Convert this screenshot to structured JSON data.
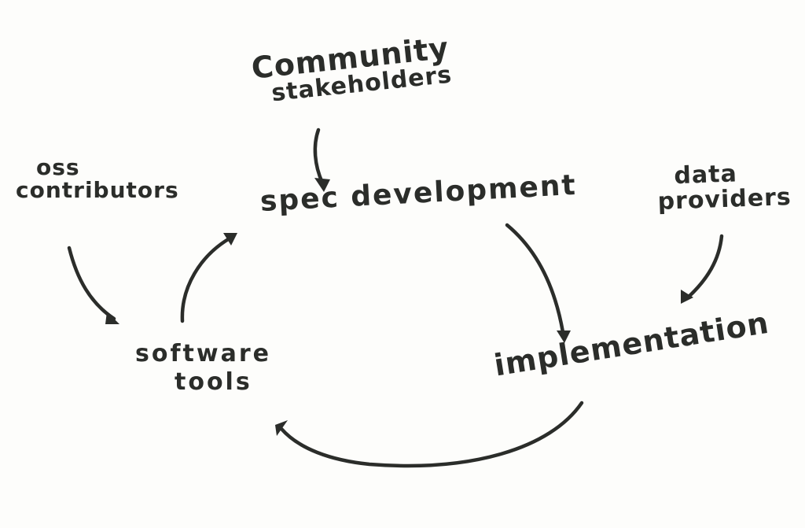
{
  "diagram": {
    "nodes": {
      "community_stakeholders": {
        "line1": "Community",
        "line2": "stakeholders"
      },
      "oss_contributors": {
        "line1": "oss",
        "line2": "contributors"
      },
      "spec_development": {
        "label": "spec development"
      },
      "data_providers": {
        "line1": "data",
        "line2": "providers"
      },
      "software_tools": {
        "line1": "software",
        "line2": "tools"
      },
      "implementation": {
        "label": "implementation"
      }
    },
    "edges": [
      {
        "from": "Community stakeholders",
        "to": "spec development"
      },
      {
        "from": "oss contributors",
        "to": "software tools"
      },
      {
        "from": "data providers",
        "to": "implementation"
      },
      {
        "from": "software tools",
        "to": "spec development"
      },
      {
        "from": "spec development",
        "to": "implementation"
      },
      {
        "from": "implementation",
        "to": "software tools"
      }
    ],
    "colors": {
      "ink": "#2b2d2a",
      "paper": "#fdfdfb"
    }
  }
}
